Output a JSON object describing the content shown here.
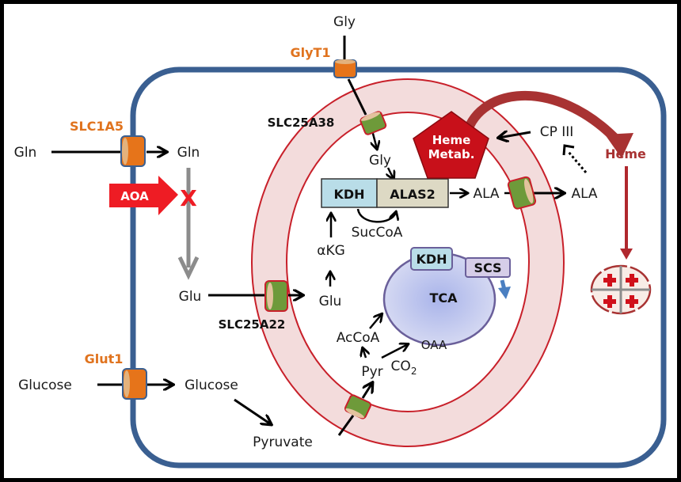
{
  "diagram": {
    "title": "Heme synthesis metabolic pathway in cell and mitochondrion",
    "colors": {
      "cell_membrane": "#3a5f91",
      "mito_membrane": "#c8202a",
      "mito_fill": "#f3dcdc",
      "transporter_orange": "#e6741a",
      "transporter_green": "#6e9a3a",
      "heme_red": "#c8101a",
      "heme_arrow": "#a83232",
      "kdh_fill": "#b9dde8",
      "alas2_fill": "#ddd9c4",
      "tca_fill": "#c7cdee",
      "aoa_red": "#ee1c24"
    },
    "extracellular": {
      "gly": "Gly",
      "gln": "Gln",
      "glucose": "Glucose"
    },
    "transporters": {
      "glyt1": "GlyT1",
      "slc1a5": "SLC1A5",
      "glut1": "Glut1",
      "slc25a38": "SLC25A38",
      "slc25a22": "SLC25A22"
    },
    "cytosol": {
      "gln": "Gln",
      "glu": "Glu",
      "glucose": "Glucose",
      "pyruvate": "Pyruvate",
      "ala": "ALA",
      "cp3": "CP III",
      "heme": "Heme"
    },
    "inhibitor": {
      "aoa": "AOA",
      "block": "X"
    },
    "mitochondrion": {
      "gly": "Gly",
      "kdh": "KDH",
      "alas2": "ALAS2",
      "ala": "ALA",
      "succoa": "SucCoA",
      "akg": "αKG",
      "glu": "Glu",
      "accoa": "AcCoA",
      "pyr": "Pyr",
      "co2": "CO",
      "co2_sub": "2",
      "oaa": "OAA",
      "heme_metab_line1": "Heme",
      "heme_metab_line2": "Metab."
    },
    "tca": {
      "label": "TCA",
      "kdh": "KDH",
      "scs": "SCS"
    }
  }
}
